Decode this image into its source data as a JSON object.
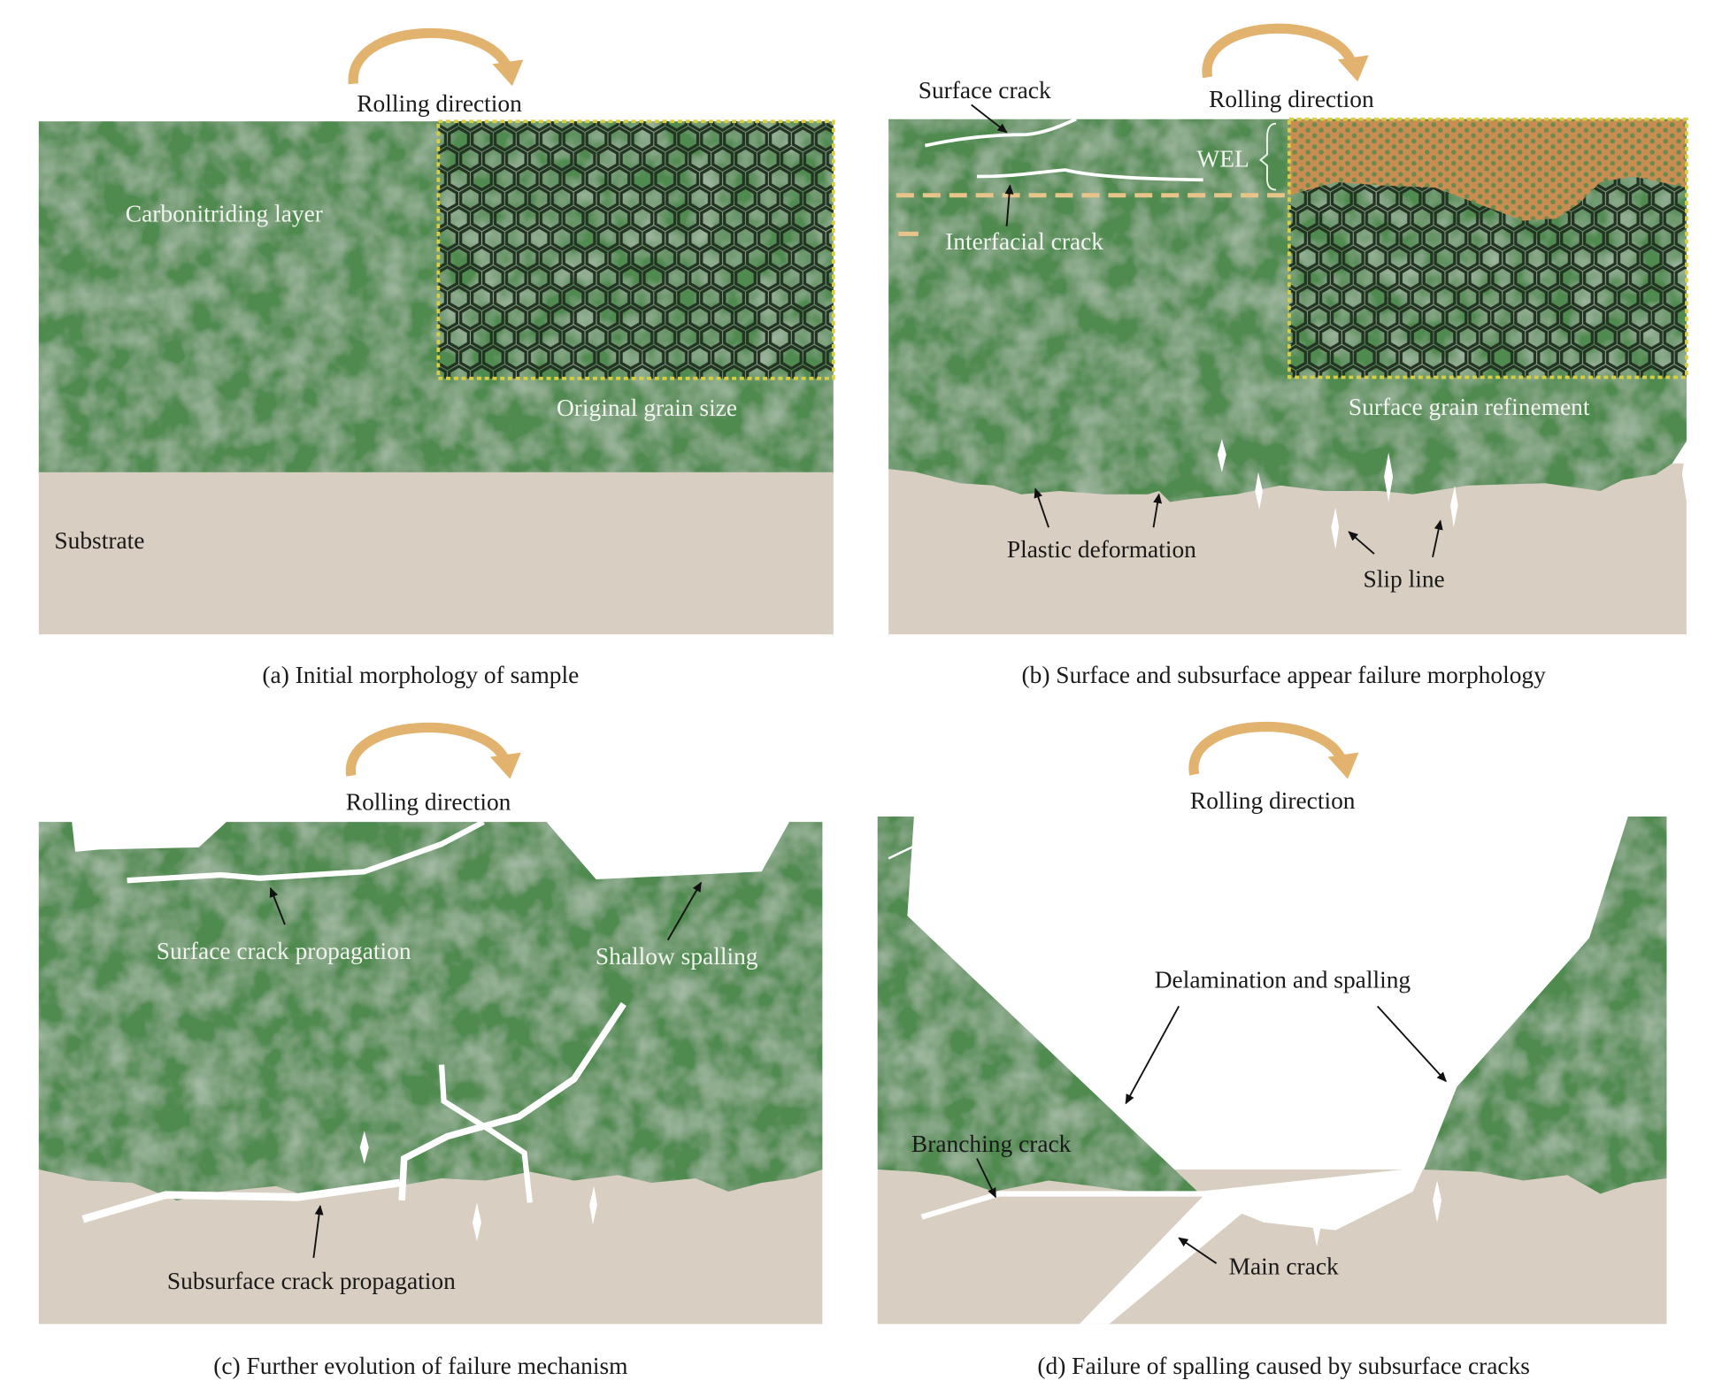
{
  "colors": {
    "coating_green": "#4f8a50",
    "substrate_beige": "#d8cec2",
    "rolling_arrow": "#e2b36e",
    "wel_orange": "#c98d52",
    "grain_boundary": "#243224",
    "inset_border": "#d8d040",
    "crack": "#ffffff"
  },
  "panels": [
    {
      "id": "a",
      "caption": "(a) Initial morphology of sample",
      "rolling_label": "Rolling direction",
      "labels": {
        "layer": "Carbonitriding layer",
        "grain": "Original grain size",
        "substrate": "Substrate"
      }
    },
    {
      "id": "b",
      "caption": "(b) Surface and subsurface appear failure morphology",
      "rolling_label": "Rolling direction",
      "labels": {
        "surface_crack": "Surface crack",
        "wel": "WEL",
        "interfacial_crack": "Interfacial crack",
        "refinement": "Surface grain refinement",
        "plastic": "Plastic deformation",
        "slip": "Slip line"
      }
    },
    {
      "id": "c",
      "caption": "(c) Further evolution of failure mechanism",
      "rolling_label": "Rolling direction",
      "labels": {
        "surface_prop": "Surface crack propagation",
        "shallow": "Shallow spalling",
        "subsurface_prop": "Subsurface crack propagation"
      }
    },
    {
      "id": "d",
      "caption": "(d) Failure of spalling caused by subsurface cracks",
      "rolling_label": "Rolling direction",
      "labels": {
        "delam": "Delamination and spalling",
        "branching": "Branching crack",
        "main": "Main crack"
      }
    }
  ]
}
